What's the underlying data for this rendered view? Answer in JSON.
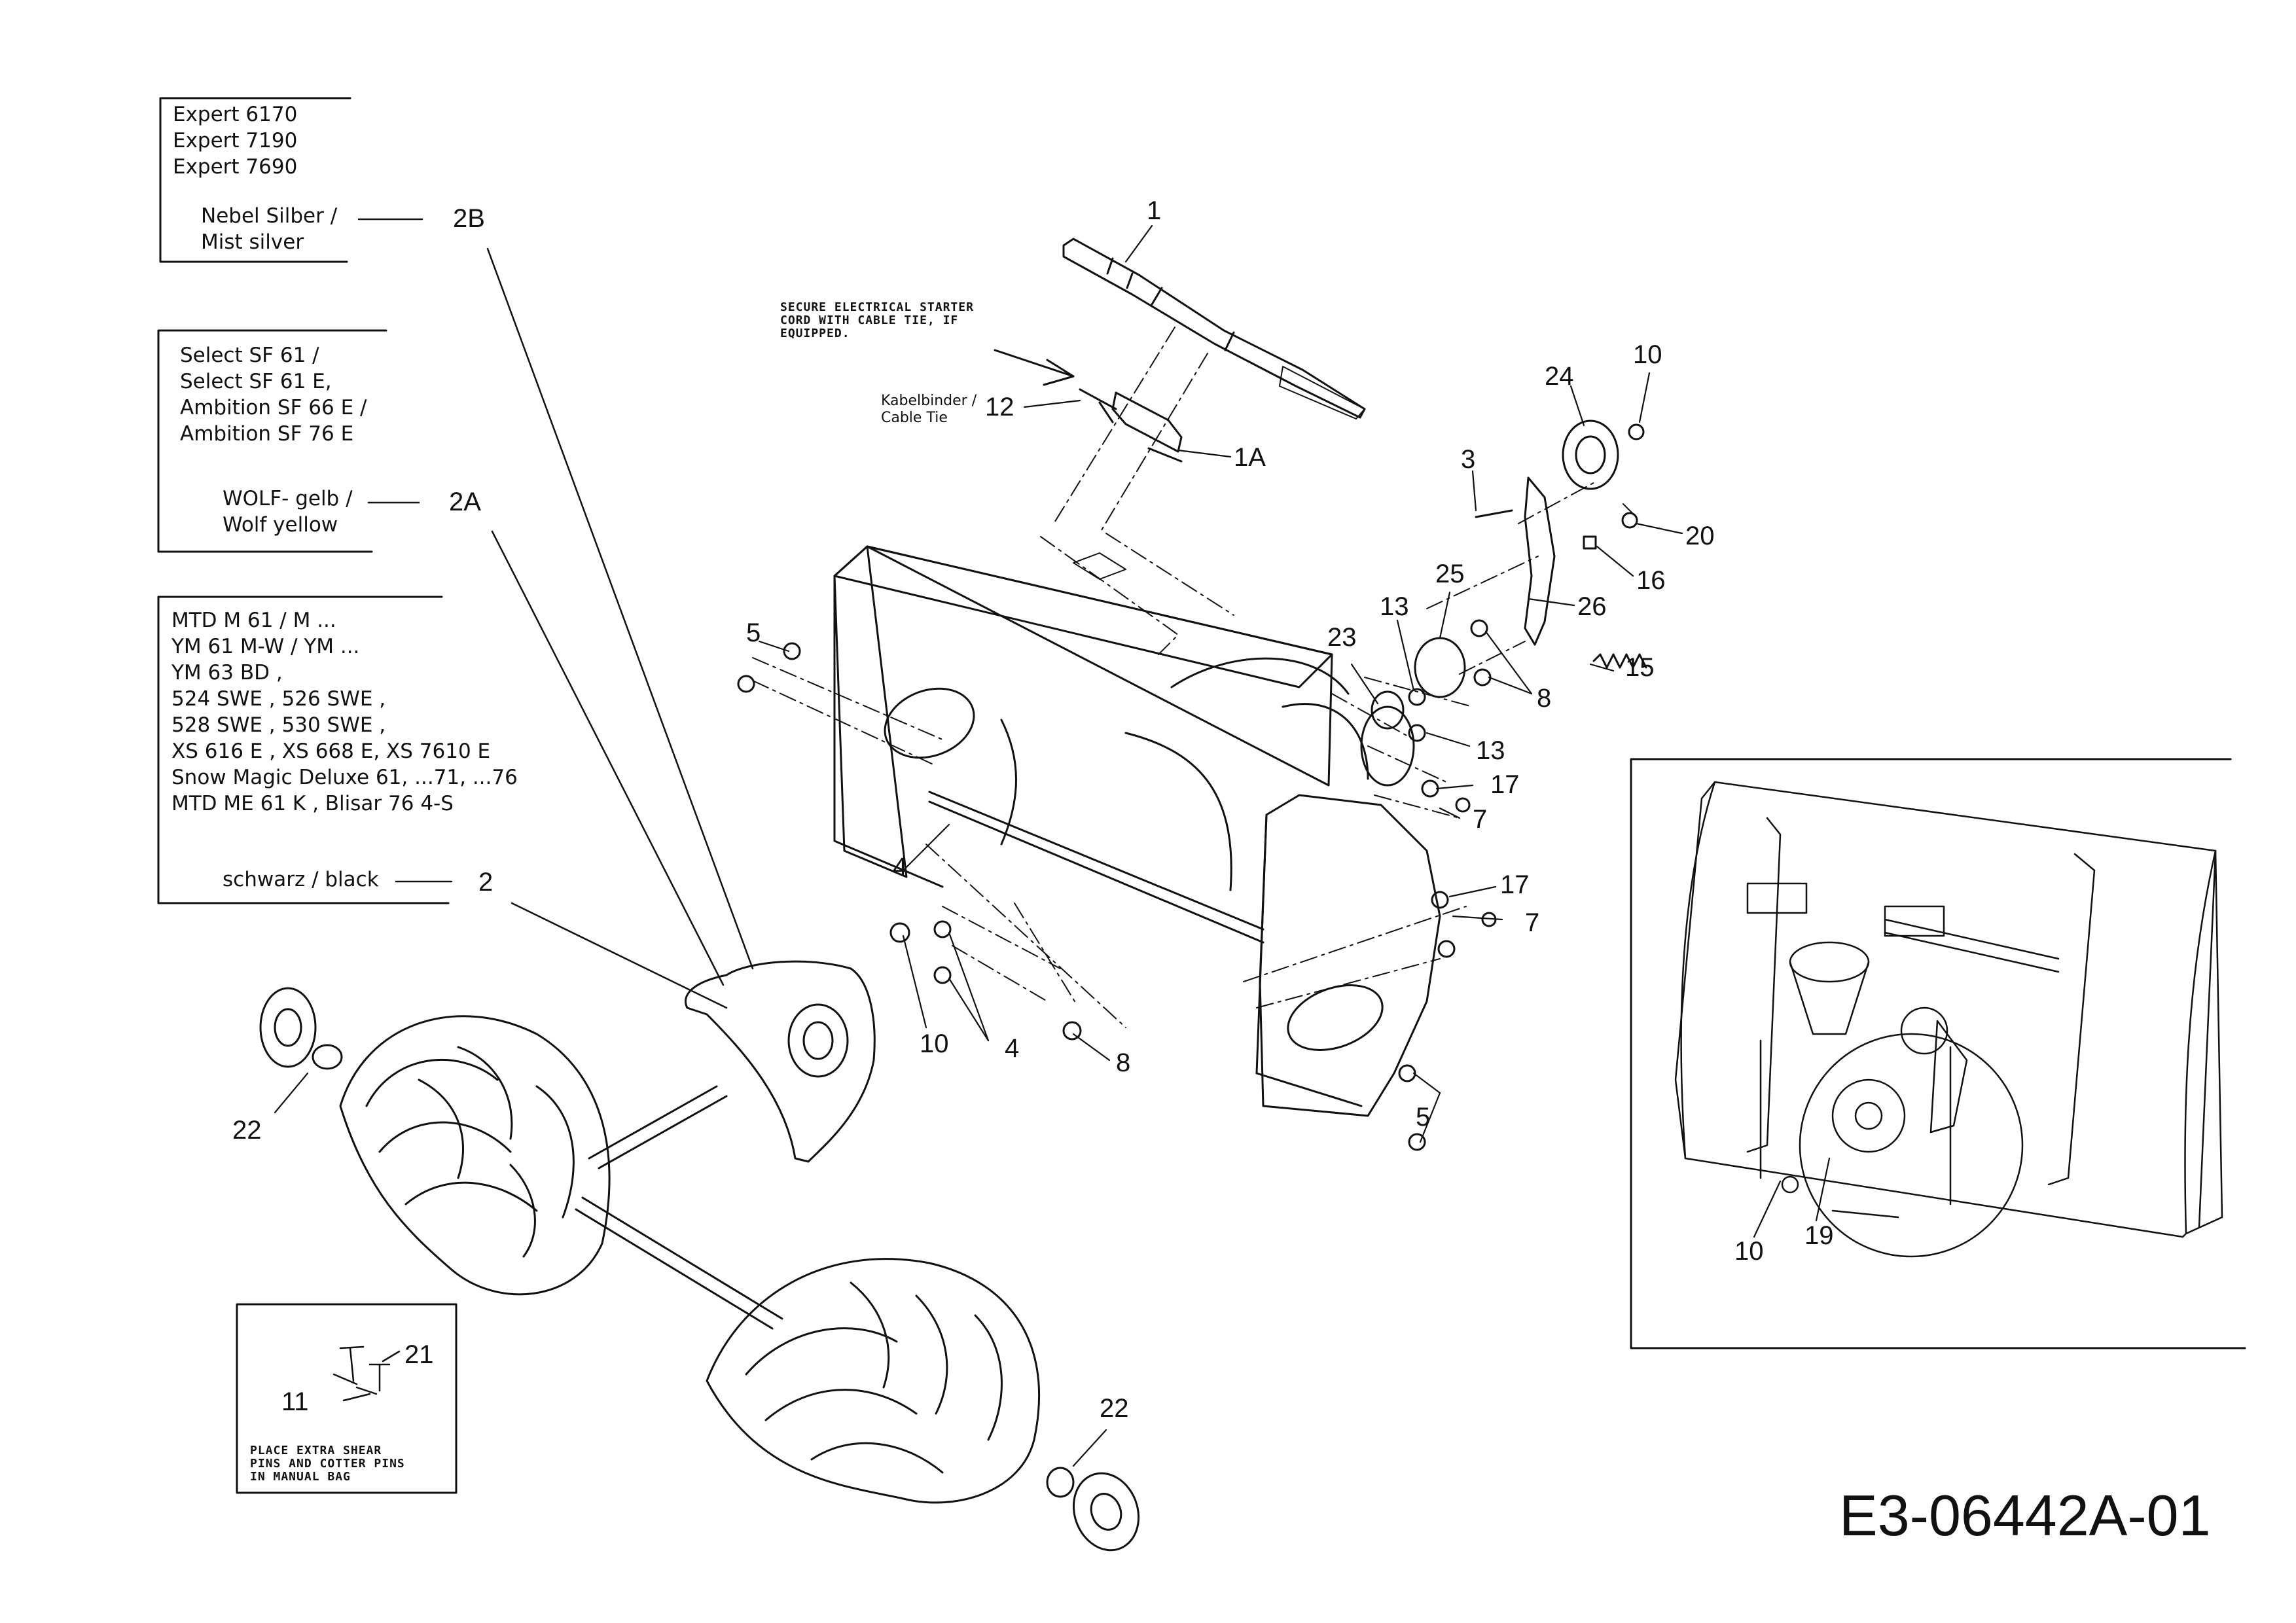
{
  "legend_boxes": {
    "expert": {
      "models": [
        "Expert 6170",
        "Expert 7190",
        "Expert 7690"
      ],
      "color_lines": [
        "Nebel Silber /",
        "Mist silver"
      ],
      "part": "2B"
    },
    "select": {
      "models": [
        "Select SF 61 /",
        "Select SF 61 E,",
        "Ambition SF 66 E /",
        "Ambition SF 76 E"
      ],
      "color_lines": [
        "WOLF- gelb /",
        "Wolf  yellow"
      ],
      "part": "2A"
    },
    "mtd": {
      "models": [
        "MTD M 61 / M ...",
        "YM 61 M-W / YM ...",
        "YM 63 BD ,",
        "524 SWE , 526 SWE ,",
        "528 SWE ,  530 SWE ,",
        "XS 616 E ,  XS 668 E,  XS 7610 E",
        "Snow Magic Deluxe 61, ...71, ...76",
        "MTD ME 61 K  ,    Blisar 76 4-S"
      ],
      "color_lines": [
        "schwarz / black"
      ],
      "part": "2"
    }
  },
  "notes": {
    "starter_cord": [
      "SECURE ELECTRICAL STARTER",
      "CORD WITH CABLE TIE, IF",
      "EQUIPPED."
    ],
    "cable_tie": [
      "Kabelbinder /",
      "Cable Tie"
    ],
    "shear_pins": [
      "PLACE EXTRA SHEAR",
      "PINS AND COTTER PINS",
      "IN MANUAL BAG"
    ]
  },
  "callouts": {
    "c1": "1",
    "c1a": "1A",
    "c12": "12",
    "c24": "24",
    "c10a": "10",
    "c3": "3",
    "c20": "20",
    "c16": "16",
    "c25": "25",
    "c26": "26",
    "c13a": "13",
    "c23": "23",
    "c8a": "8",
    "c15": "15",
    "c13b": "13",
    "c17a": "17",
    "c7a": "7",
    "c17b": "17",
    "c7b": "7",
    "c5a": "5",
    "c5b": "5",
    "c4a": "4",
    "c4b": "4",
    "c10b": "10",
    "c8b": "8",
    "c22a": "22",
    "c22b": "22",
    "c21": "21",
    "c11": "11",
    "c10c": "10",
    "c19": "19"
  },
  "drawing_code": "E3-06442A-01"
}
